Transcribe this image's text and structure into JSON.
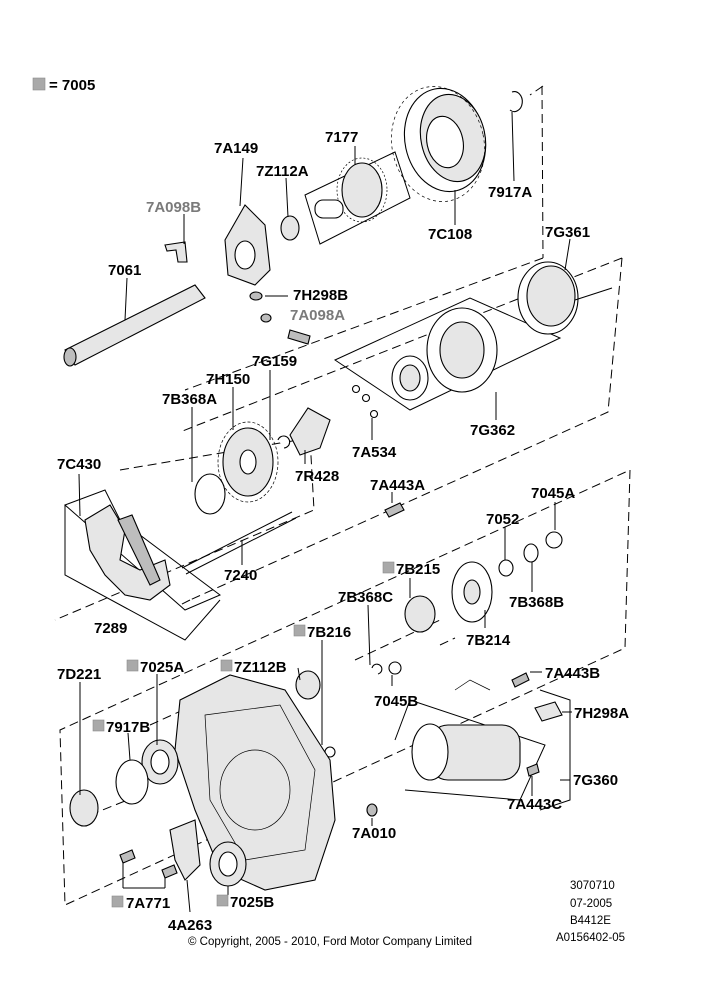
{
  "legend": {
    "equals_text": "= 7005"
  },
  "labels": {
    "l7A149": "7A149",
    "l7177": "7177",
    "l7Z112A": "7Z112A",
    "l7A098B": "7A098B",
    "l7061": "7061",
    "l7917A": "7917A",
    "l7C108": "7C108",
    "l7G361": "7G361",
    "l7H298B": "7H298B",
    "l7A098A": "7A098A",
    "l7G159": "7G159",
    "l7H150": "7H150",
    "l7B368A": "7B368A",
    "l7G362": "7G362",
    "l7A534": "7A534",
    "l7R428": "7R428",
    "l7C430": "7C430",
    "l7A443A": "7A443A",
    "l7045A": "7045A",
    "l7052": "7052",
    "l7240": "7240",
    "l7B215": "7B215",
    "l7B368C": "7B368C",
    "l7B368B": "7B368B",
    "l7289": "7289",
    "l7B216": "7B216",
    "l7B214": "7B214",
    "l7D221": "7D221",
    "l7025A": "7025A",
    "l7Z112B": "7Z112B",
    "l7A443B": "7A443B",
    "l7045B": "7045B",
    "l7H298A": "7H298A",
    "l7917B": "7917B",
    "l7G360": "7G360",
    "l7A443C": "7A443C",
    "l7A010": "7A010",
    "l7A771": "7A771",
    "l4A263": "4A263",
    "l7025B": "7025B"
  },
  "doc_codes": [
    "3070710",
    "07-2005",
    "B4412E",
    "A0156402-05"
  ],
  "copyright": "© Copyright, 2005 - 2010, Ford Motor Company Limited"
}
